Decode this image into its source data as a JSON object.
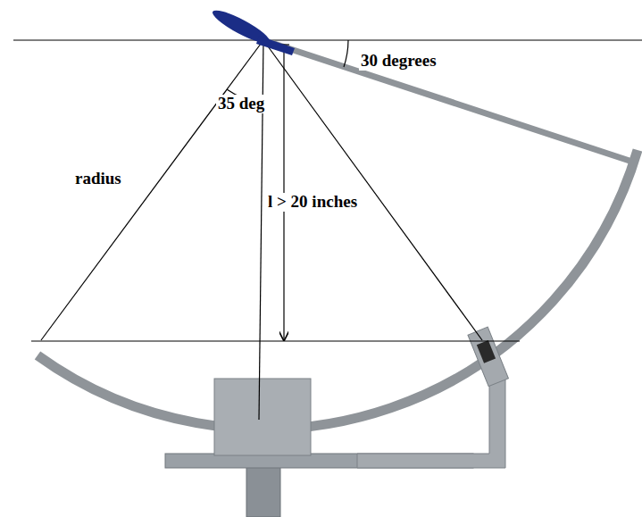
{
  "diagram": {
    "labels": [
      "30 degrees",
      "35 deg",
      "radius",
      "l > 20 inches"
    ]
  }
}
